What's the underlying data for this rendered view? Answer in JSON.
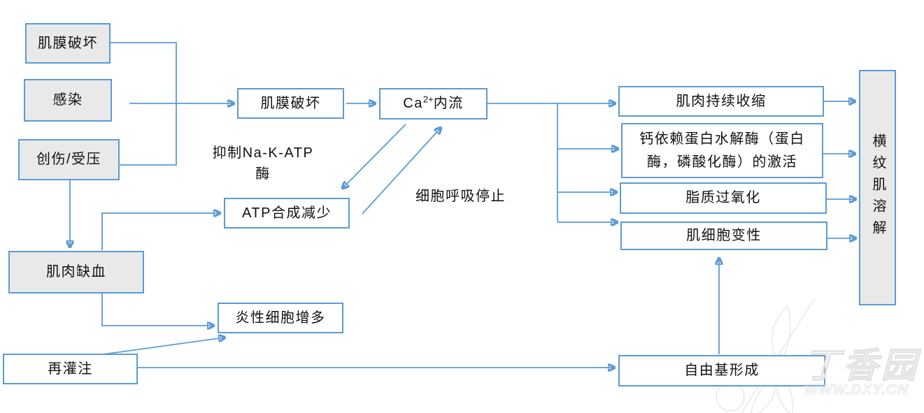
{
  "nodes": {
    "membrane_damage_source": {
      "label": "肌膜破坏"
    },
    "infection": {
      "label": "感染"
    },
    "trauma_compression": {
      "label": "创伤/受压"
    },
    "membrane_damage": {
      "label": "肌膜破坏"
    },
    "ca_influx": {
      "prefix": "Ca",
      "superscript": "2+",
      "suffix": "内流"
    },
    "atp_synthesis_decrease": {
      "label": "ATP合成减少"
    },
    "muscle_ischemia": {
      "label": "肌肉缺血"
    },
    "inflammatory_cell_increase": {
      "label": "炎性细胞增多"
    },
    "reperfusion": {
      "label": "再灌注"
    },
    "sustained_muscle_contraction": {
      "label": "肌肉持续收缩"
    },
    "calcium_protease_activation": {
      "line1": "钙依赖蛋白水解酶（蛋白",
      "line2": "酶，磷酸化酶）的激活"
    },
    "lipid_peroxidation": {
      "label": "脂质过氧化"
    },
    "muscle_cell_degeneration": {
      "label": "肌细胞变性"
    },
    "free_radical_formation": {
      "label": "自由基形成"
    },
    "rhabdomyolysis": {
      "label": "横纹肌溶解"
    }
  },
  "annotations": {
    "inhibit_na_k_atpase": {
      "line1": "抑制Na-K-ATP",
      "line2": "酶"
    },
    "cell_respiration_stop": "细胞呼吸停止"
  },
  "watermark": {
    "brand": "丁香园",
    "url": "WWW.DXY.CN"
  },
  "colors": {
    "box_border": "#5B9BD5",
    "connector": "#5B9BD5",
    "gray_fill": "#E9E9E9",
    "white_fill": "#FFFFFF",
    "text": "#111111",
    "watermark": "#E3E3E3"
  }
}
